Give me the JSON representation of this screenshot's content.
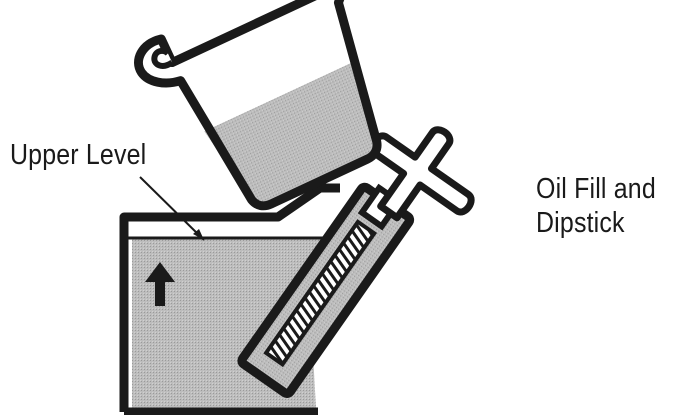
{
  "labels": {
    "upper_level": "Upper Level",
    "oil_fill_line1": "Oil Fill and",
    "oil_fill_line2": "Dipstick"
  },
  "colors": {
    "outline": "#1a1a1a",
    "oil": "#b5b5b5",
    "background": "#ffffff"
  }
}
